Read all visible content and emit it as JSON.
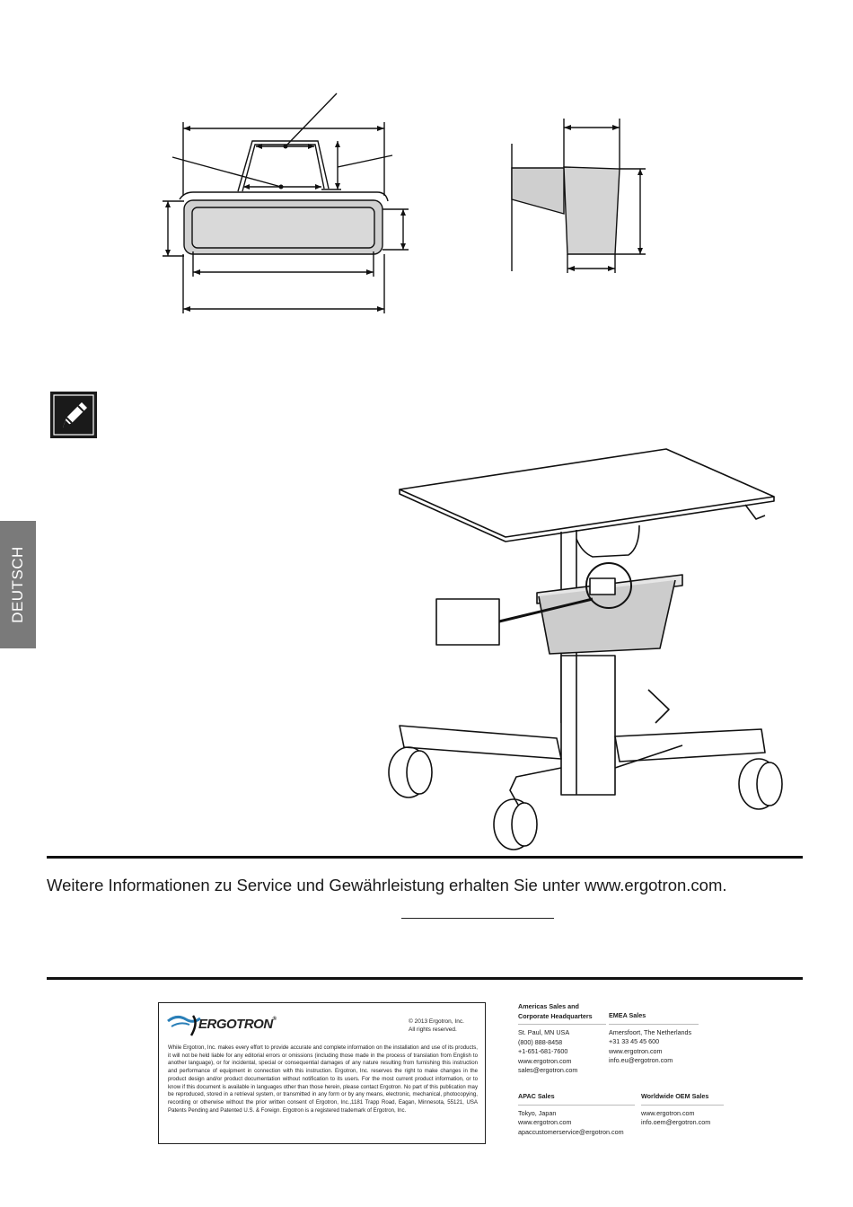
{
  "side_tab": {
    "language": "DEUTSCH",
    "color": "#7a7a7a"
  },
  "figures": {
    "basket_front": "basket-front-dimension-drawing",
    "basket_side": "basket-side-dimension-drawing",
    "note": "pencil-note-icon",
    "cart": "sit-stand-cart-with-basket-illustration"
  },
  "service": {
    "text": "Weitere Informationen zu Service und Gewährleistung erhalten Sie unter www.ergotron.com."
  },
  "legal": {
    "logo": "ERGOTRON",
    "logo_reg": "®",
    "copyright_line1": "© 2013 Ergotron, Inc.",
    "copyright_line2": "All rights reserved.",
    "body": "While Ergotron, Inc. makes every effort to provide accurate and complete information on the installation and use of its products, it will not be held liable for any editorial errors or omissions (including those made in the process of translation from English to another language), or for incidental, special or consequential damages of any nature resulting from furnishing this instruction and performance of equipment in connection with this instruction. Ergotron, Inc. reserves the right to make changes in the product design and/or product documentation without notification to its users. For the most current product information, or to know if this document is available in languages other than those herein, please contact Ergotron. No part of this publication may be reproduced, stored in a retrieval system, or transmitted in any form or by any means, electronic, mechanical, photocopying, recording or otherwise without the prior written consent of Ergotron, Inc.,1181 Trapp Road, Eagan, Minnesota, 55121, USA Patents Pending and Patented U.S. & Foreign. Ergotron is a registered trademark of Ergotron, Inc."
  },
  "contacts": {
    "americas": {
      "head1": "Americas Sales and",
      "head2": "Corporate Headquarters",
      "lines": [
        "St. Paul, MN USA",
        "(800) 888-8458",
        "+1-651-681-7600",
        "www.ergotron.com",
        "sales@ergotron.com"
      ]
    },
    "emea": {
      "head": "EMEA Sales",
      "lines": [
        "Amersfoort, The Netherlands",
        "+31 33 45 45 600",
        "www.ergotron.com",
        "info.eu@ergotron.com"
      ]
    },
    "apac": {
      "head": "APAC Sales",
      "lines": [
        "Tokyo, Japan",
        "www.ergotron.com",
        "apaccustomerservice@ergotron.com"
      ]
    },
    "oem": {
      "head": "Worldwide OEM Sales",
      "lines": [
        "www.ergotron.com",
        "info.oem@ergotron.com"
      ]
    }
  }
}
